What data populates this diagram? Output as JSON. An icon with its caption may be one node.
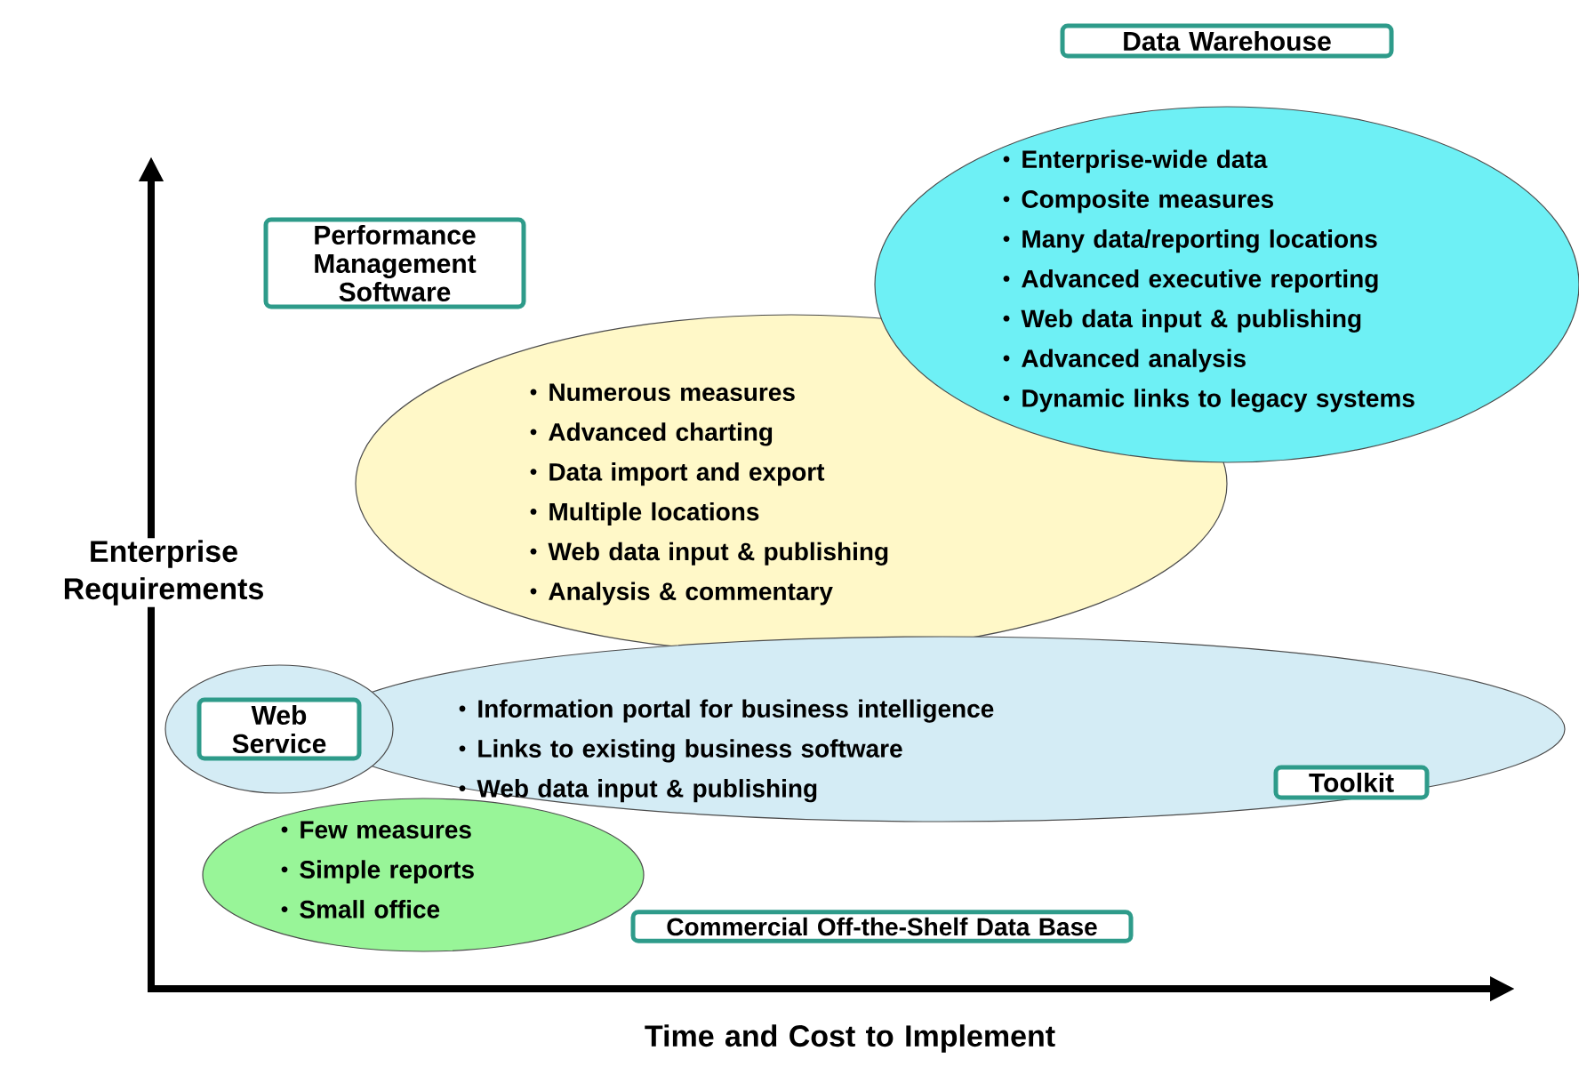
{
  "diagram": {
    "nodes": [
      {
        "text": [
          "Data Warehouse"
        ]
      },
      {
        "text": [
          "Enterprise-wide data",
          "Composite measures",
          "Many data/reporting locations",
          "Advanced executive reporting",
          "Web data input & publishing",
          "Advanced analysis",
          "Dynamic links to legacy systems"
        ]
      },
      {
        "text": [
          "Performance Management Software"
        ]
      },
      {
        "text": [
          "Numerous measures",
          "Advanced charting",
          "Data import and export",
          "Multiple locations",
          "Web data input & publishing",
          "Analysis & commentary"
        ]
      },
      {
        "text": [
          "Information portal for business intelligence",
          "Links to existing business software",
          "Web data input & publishing"
        ]
      },
      {
        "text": [],
        "shape": "ellipse"
      },
      {
        "text": [
          "Web Service"
        ],
        "in": 5
      },
      {
        "text": [
          "Toolkit"
        ],
        "in": 4
      },
      {
        "text": [
          "Few measures",
          "Simple reports",
          "Small office"
        ]
      },
      {
        "text": [
          "Commercial Off-the-Shelf Data Base"
        ]
      }
    ],
    "labels": [
      "Enterprise Requirements",
      "Time and Cost to Implement"
    ]
  }
}
